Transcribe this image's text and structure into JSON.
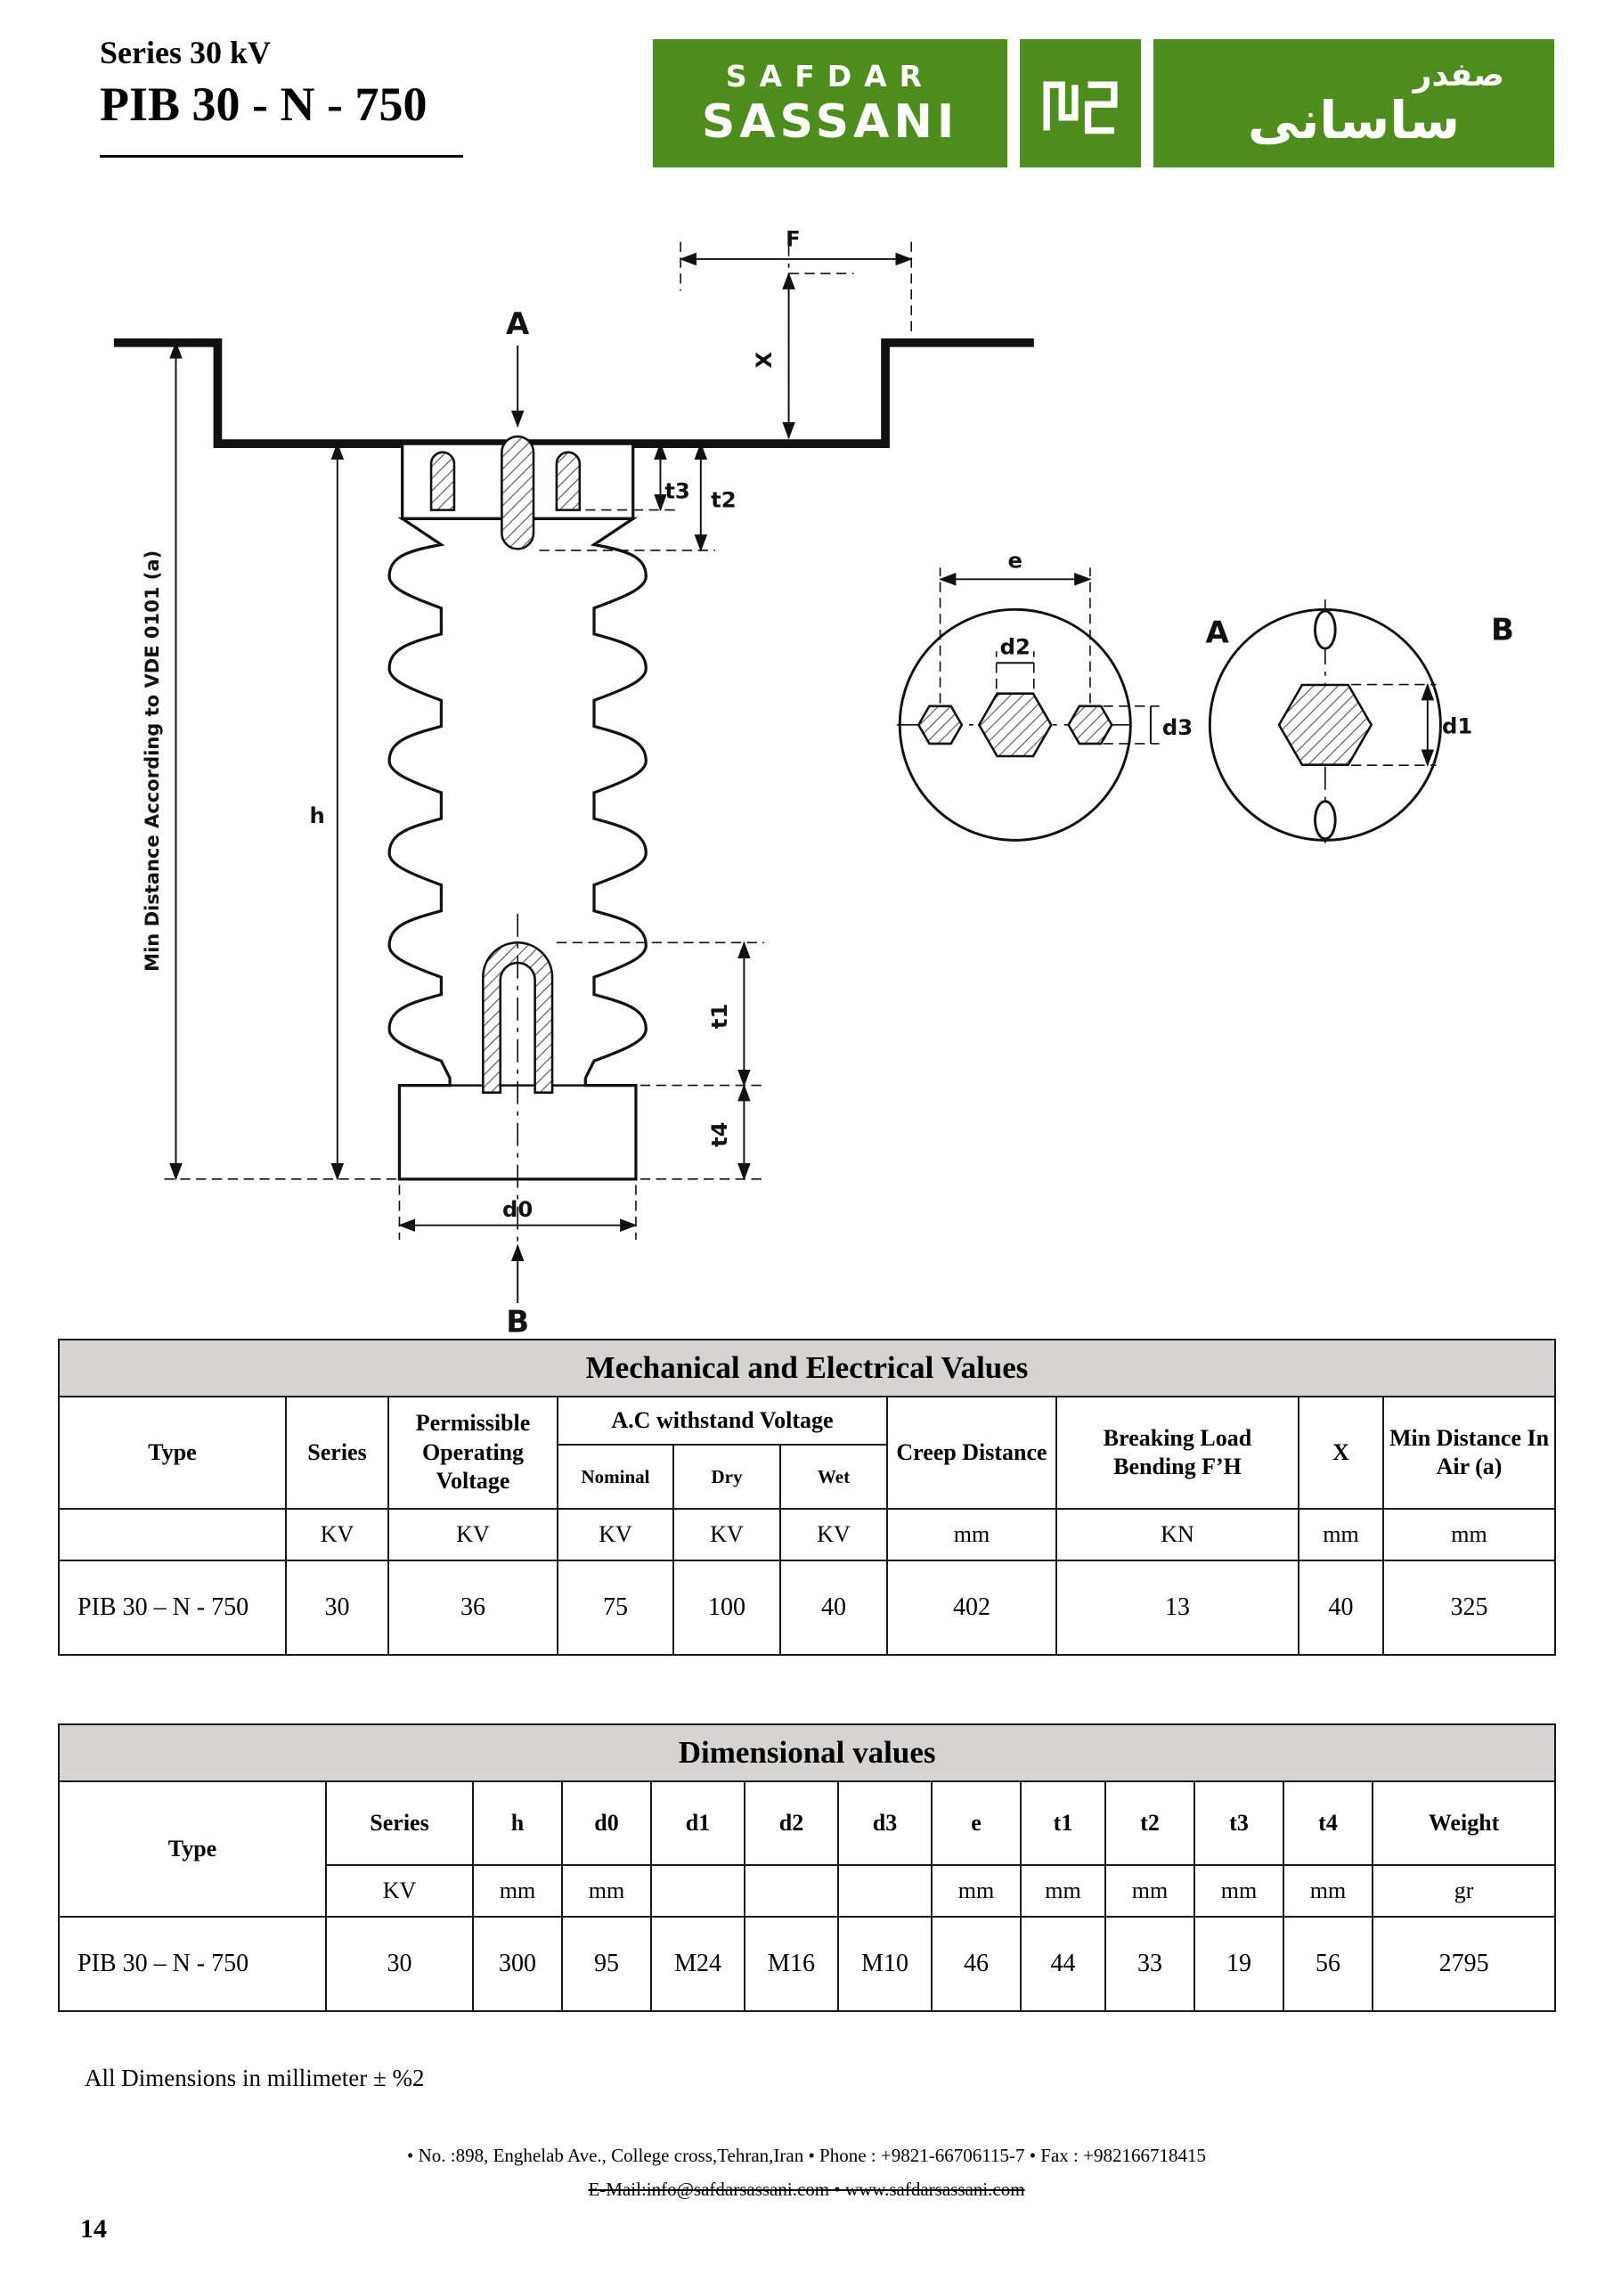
{
  "header": {
    "series": "Series 30 kV",
    "model": "PIB 30 - N - 750"
  },
  "logo": {
    "name_top": "SAFDAR",
    "name_bottom": "SASSANI",
    "arabic_top": "صفدر",
    "arabic_bottom": "ساسانی"
  },
  "drawing": {
    "labels": {
      "f": "F",
      "x": "X",
      "a_top": "A",
      "b_bottom": "B",
      "t1": "t1",
      "t2": "t2",
      "t3": "t3",
      "t4": "t4",
      "h": "h",
      "d0": "d0",
      "d1": "d1",
      "d2": "d2",
      "d3": "d3",
      "e": "e",
      "view_a": "A",
      "view_b": "B",
      "min_distance": "Min Distance According to VDE 0101 (a)"
    }
  },
  "table_mech": {
    "title": "Mechanical and Electrical Values",
    "headers": {
      "type": "Type",
      "series": "Series",
      "pov": "Permissible Operating Voltage",
      "ac": "A.C withstand Voltage",
      "nominal": "Nominal",
      "dry": "Dry",
      "wet": "Wet",
      "creep": "Creep Distance",
      "breaking": "Breaking Load Bending F’H",
      "x": "X",
      "min_air": "Min Distance In Air (a)"
    },
    "units": [
      "",
      "KV",
      "KV",
      "KV",
      "KV",
      "KV",
      "mm",
      "KN",
      "mm",
      "mm"
    ],
    "row": [
      "PIB 30 – N - 750",
      "30",
      "36",
      "75",
      "100",
      "40",
      "402",
      "13",
      "40",
      "325"
    ]
  },
  "table_dim": {
    "title": "Dimensional values",
    "headers": [
      "Type",
      "Series",
      "h",
      "d0",
      "d1",
      "d2",
      "d3",
      "e",
      "t1",
      "t2",
      "t3",
      "t4",
      "Weight"
    ],
    "units": [
      "KV",
      "mm",
      "mm",
      "",
      "",
      "",
      "mm",
      "mm",
      "mm",
      "mm",
      "mm",
      "gr"
    ],
    "row": [
      "PIB 30 – N - 750",
      "30",
      "300",
      "95",
      "M24",
      "M16",
      "M10",
      "46",
      "44",
      "33",
      "19",
      "56",
      "2795"
    ]
  },
  "footer": {
    "note": "All Dimensions in millimeter ± %2",
    "address": "•  No. :898, Enghelab Ave., College cross,Tehran,Iran    •  Phone :  +9821-66706115-7   •  Fax : +982166718415",
    "email": "E-Mail:info@safdarsassani.com     •     www.safdarsassani.com",
    "page_number": "14"
  }
}
